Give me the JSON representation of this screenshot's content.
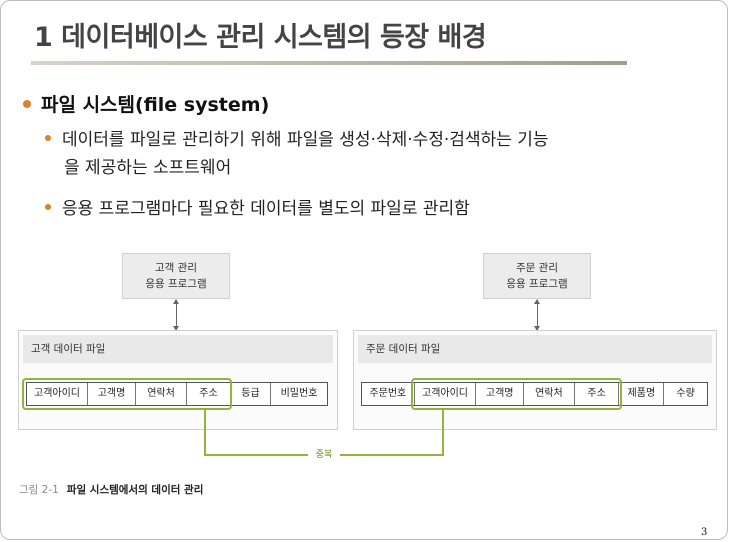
{
  "slide": {
    "title": "1 데이터베이스 관리 시스템의 등장 배경",
    "bullet": "파일 시스템(file system)",
    "sub_bullets": [
      {
        "line1": "데이터를 파일로 관리하기 위해 파일을 생성·삭제·수정·검색하는 기능",
        "line2": "을 제공하는 소프트웨어"
      },
      {
        "line1": "응용 프로그램마다 필요한 데이터를 별도의 파일로 관리함",
        "line2": ""
      }
    ],
    "page_number": "3"
  },
  "figure": {
    "left": {
      "program_line1": "고객 관리",
      "program_line2": "응용 프로그램",
      "file_title": "고객 데이터 파일",
      "fields": [
        "고객아이디",
        "고객명",
        "연락처",
        "주소",
        "등급",
        "비밀번호"
      ]
    },
    "right": {
      "program_line1": "주문 관리",
      "program_line2": "응용 프로그램",
      "file_title": "주문 데이터 파일",
      "fields": [
        "주문번호",
        "고객아이디",
        "고객명",
        "연락처",
        "주소",
        "제품명",
        "수량"
      ]
    },
    "duplicate_label": "중복",
    "caption_number": "그림 2-1",
    "caption_text": "파일 시스템에서의 데이터 관리",
    "accent_color": "#8fb53a",
    "bullet_color": "#d9822b"
  }
}
